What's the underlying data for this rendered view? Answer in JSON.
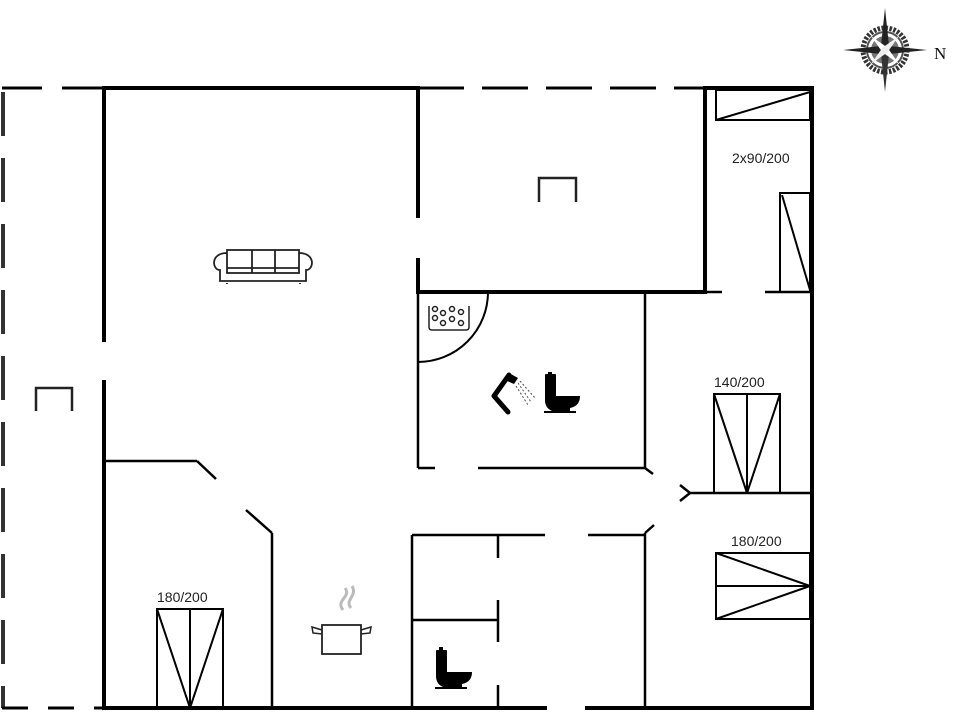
{
  "plan": {
    "compass": {
      "icon": "compass-rose-icon",
      "direction_label": "N"
    },
    "beds": [
      {
        "id": "bed-top-right",
        "label": "2x90/200"
      },
      {
        "id": "bed-middle-right",
        "label": "140/200"
      },
      {
        "id": "bed-lower-right",
        "label": "180/200"
      },
      {
        "id": "bed-bottom-left",
        "label": "180/200"
      }
    ],
    "icons": {
      "sofa": "sofa-icon",
      "tv_left": "tv-icon",
      "tv_top": "tv-icon",
      "jacuzzi": "whirlpool-bath-icon",
      "shower": "shower-icon",
      "toilet_bathroom": "toilet-icon",
      "toilet_small": "toilet-icon",
      "kitchen": "cooking-pot-icon"
    },
    "colors": {
      "wall": "#000000",
      "background": "#ffffff",
      "steam": "#bbbbbb"
    }
  }
}
